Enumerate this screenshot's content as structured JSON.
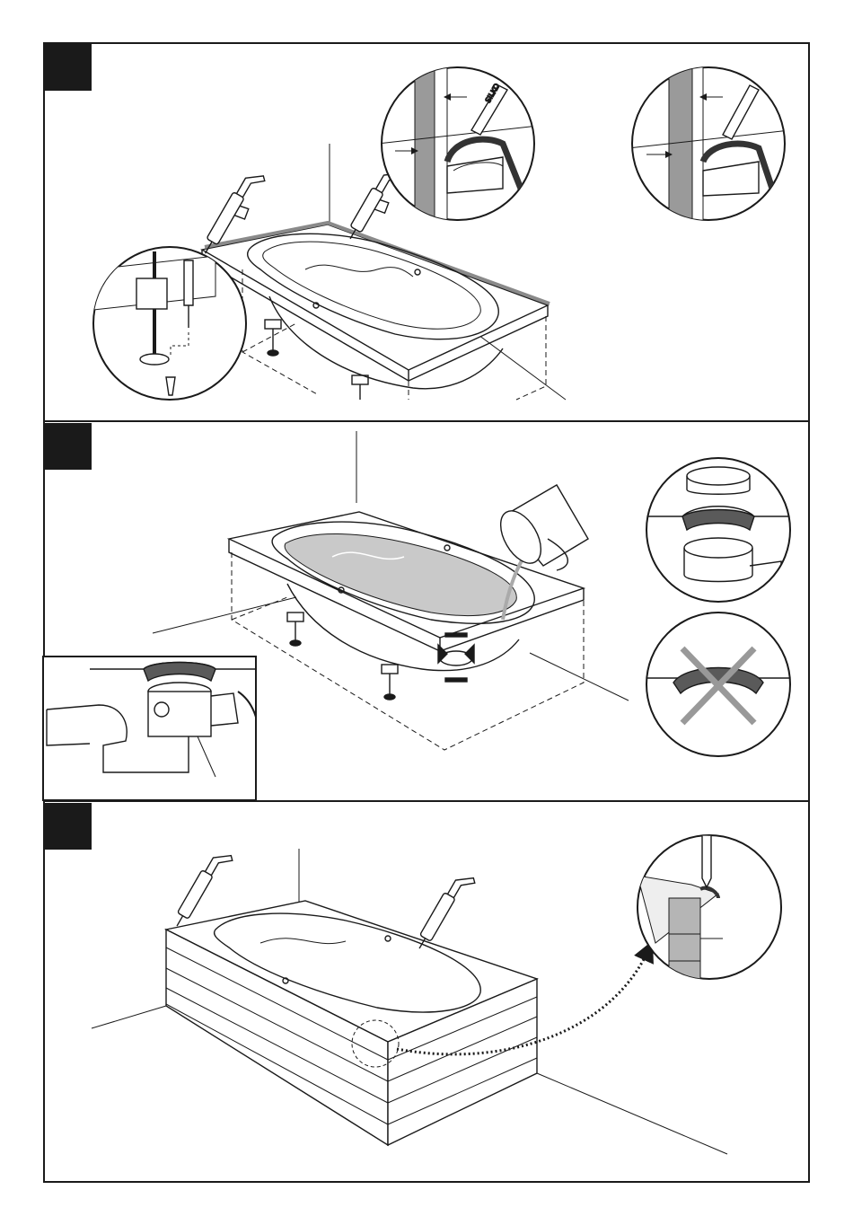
{
  "sealant_tube_label": "SILKO",
  "colors": {
    "line": "#1a1a1a",
    "badge": "#1a1a1a",
    "water": "#c9c9c9",
    "gasket": "#5a5a5a",
    "seal_fill": "#8a8a8a",
    "cross": "#999999",
    "wall": "#b5b5b5"
  },
  "steps": [
    {
      "id": 1,
      "icons": [
        "sealant-gun-icon",
        "adjustable-foot-icon",
        "wall-seal-detail-icon"
      ]
    },
    {
      "id": 2,
      "icons": [
        "bucket-icon",
        "drain-gasket-icon",
        "wrong-gasket-icon",
        "waste-trap-icon"
      ]
    },
    {
      "id": 3,
      "icons": [
        "sealant-gun-icon",
        "tile-panel-icon",
        "silicone-joint-detail-icon"
      ]
    }
  ]
}
